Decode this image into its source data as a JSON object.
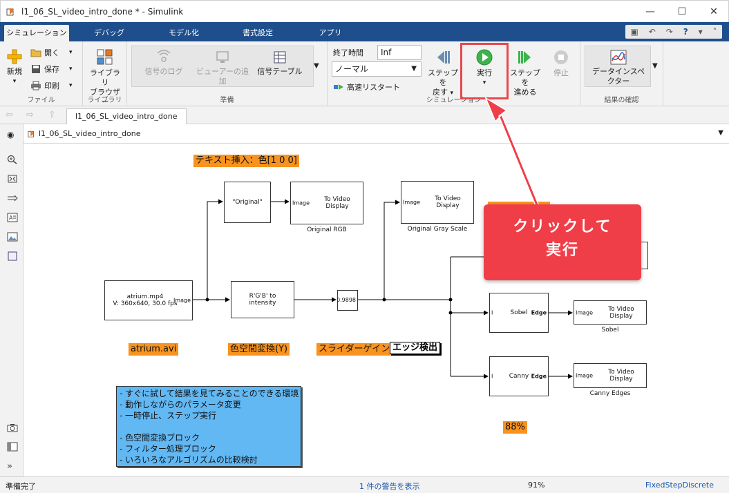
{
  "window": {
    "title": "l1_06_SL_video_intro_done * - Simulink",
    "minimize": "—",
    "maximize": "☐",
    "close": "✕"
  },
  "ribbon_tabs": [
    "シミュレーション",
    "デバッグ",
    "モデル化",
    "書式設定",
    "アプリ"
  ],
  "ribbon": {
    "file": {
      "new_label": "新規",
      "open_label": "開く",
      "save_label": "保存",
      "print_label": "印刷",
      "group": "ファイル"
    },
    "library": {
      "browser_line1": "ライブラリ",
      "browser_line2": "ブラウザー",
      "group": "ライブラリ"
    },
    "prepare": {
      "signal_log": "信号のログ",
      "viewer_line1": "ビューアーの追",
      "viewer_line2": "加",
      "signal_table": "信号テーブル",
      "group": "準備"
    },
    "simulation": {
      "stop_time_label": "終了時間",
      "stop_time_value": "Inf",
      "mode_value": "ノーマル",
      "fast_restart": "高速リスタート",
      "step_back_line1": "ステップを",
      "step_back_line2": "戻す",
      "run_label": "実行",
      "step_forward_line1": "ステップを",
      "step_forward_line2": "進める",
      "stop_label": "停止",
      "group": "シミュレーション"
    },
    "review": {
      "inspector_line1": "データインスペ",
      "inspector_line2": "クター",
      "group": "結果の確認"
    }
  },
  "model_tab": "l1_06_SL_video_intro_done",
  "breadcrumb": "l1_06_SL_video_intro_done",
  "blocks": {
    "source_line1": "atrium.mp4",
    "source_line2": "V: 360x640, 30.0 fps",
    "source_port": "Image",
    "text_insert": "\"Original\"",
    "video_original_port": "Image",
    "video_original_line1": "To Video",
    "video_original_line2": "Display",
    "video_original_caption": "Original RGB",
    "color_conv_line1": "R'G'B' to",
    "color_conv_line2": "intensity",
    "gain": "0.9898",
    "video_gray_port": "Image",
    "video_gray_line1": "To Video",
    "video_gray_line2": "Display",
    "video_gray_caption": "Original Gray Scale",
    "sobel_in": "I",
    "sobel_name": "Sobel",
    "sobel_out": "Edge",
    "video_sobel_port": "Image",
    "video_sobel_line1": "To Video",
    "video_sobel_line2": "Display",
    "video_sobel_caption": "Sobel",
    "canny_in": "I",
    "canny_name": "Canny",
    "canny_out": "Edge",
    "video_canny_port": "Image",
    "video_canny_line1": "To Video",
    "video_canny_line2": "Display",
    "video_canny_caption": "Canny Edges"
  },
  "annotations": {
    "text_insert": "テキスト挿入：色[1 0 0]",
    "source": "atrium.avi",
    "color_space": "色空間変換(Y)",
    "slider_gain": "スライダーゲイン",
    "edge_detect": "エッジ検出",
    "percent": "88%"
  },
  "notes": [
    "- すぐに試して結果を見てみることのできる環境",
    "- 動作しながらのパラメータ変更",
    "- 一時停止、ステップ実行",
    "",
    "- 色空間変換ブロック",
    "- フィルター処理ブロック",
    "- いろいろなアルゴリズムの比較検討"
  ],
  "callout": {
    "line1": "クリックして",
    "line2": "実行"
  },
  "statusbar": {
    "ready": "準備完了",
    "warnings": "1 件の警告を表示",
    "zoom": "91%",
    "solver": "FixedStepDiscrete"
  },
  "colors": {
    "ribbon_tab_bg": "#1f4e8c",
    "annotation_orange": "#f7931e",
    "notes_blue": "#62b8f3",
    "callout_red": "#ef3e48",
    "run_green": "#3cb44b"
  }
}
